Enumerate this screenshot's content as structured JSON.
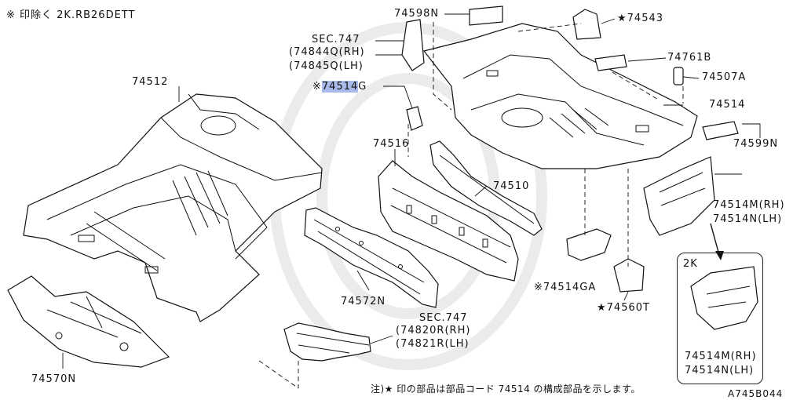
{
  "header": {
    "note": "※ 印除く 2K.RB26DETT"
  },
  "labels": {
    "p74598n": "74598N",
    "p74543": "★74543",
    "sec747a": "SEC.747",
    "p74844q": "(74844Q(RH)",
    "p74845q": "(74845Q(LH)",
    "p74761b": "74761B",
    "p74507a": "74507A",
    "p74514g_mark": "※",
    "p74514g_hl": "74514",
    "p74514g_suffix": "G",
    "p74512": "74512",
    "p74514": "74514",
    "p74599n": "74599N",
    "p74516": "74516",
    "p74510": "74510",
    "p74514m": "74514M(RH)",
    "p74514n": "74514N(LH)",
    "p74572n": "74572N",
    "p74514ga": "※74514GA",
    "p74560t": "★74560T",
    "sec747b": "SEC.747",
    "p74820r": "(74820R(RH)",
    "p74821r": "(74821R(LH)",
    "p74570n": "74570N",
    "inset_tag": "2K",
    "inset_m": "74514M(RH)",
    "inset_n": "74514N(LH)"
  },
  "footer": {
    "note": "注)★ 印の部品は部品コード 74514 の構成部品を示します。",
    "code": "A745B044"
  },
  "colors": {
    "highlight": "#a9b9ea",
    "line": "#111111"
  }
}
